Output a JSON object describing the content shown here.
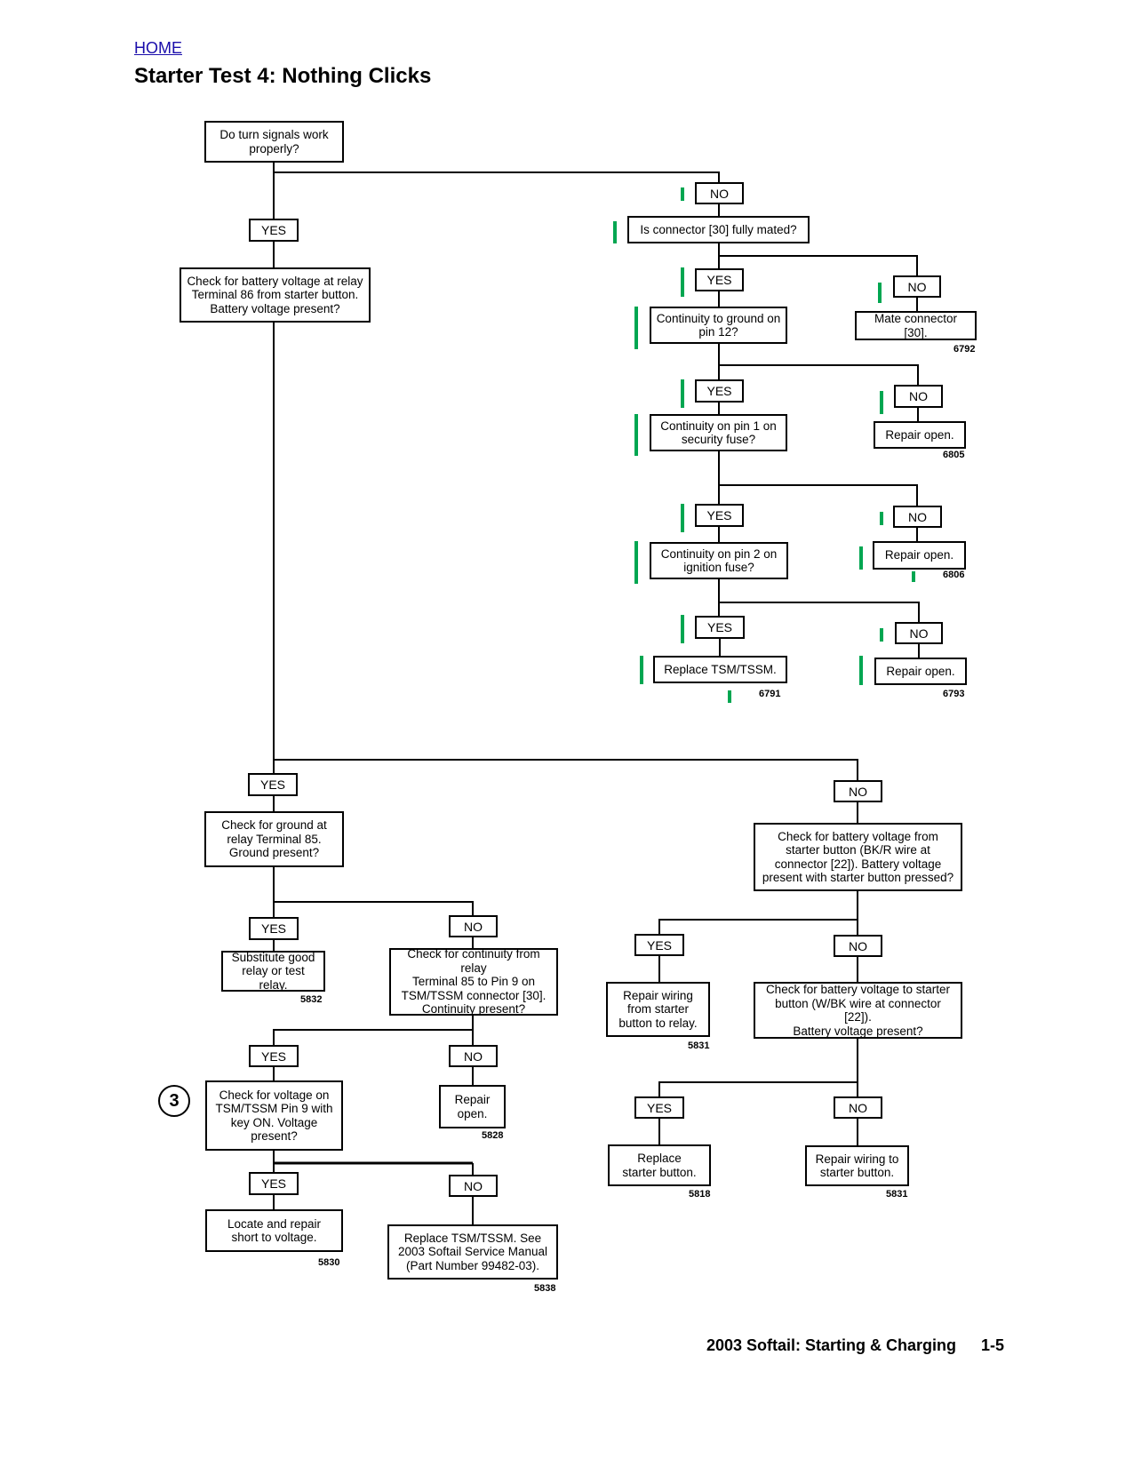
{
  "header": {
    "home_link": "HOME",
    "title": "Starter Test 4: Nothing Clicks"
  },
  "footer": {
    "manual_section": "2003 Softail: Starting & Charging",
    "page_number": "1-5"
  },
  "step_marker": "3",
  "colors": {
    "revision_bar": "#00a651",
    "line": "#000000"
  },
  "answers": {
    "yes": "YES",
    "no": "NO"
  },
  "nodes": {
    "q_turn_signals": "Do turn signals work\nproperly?",
    "q_connector_30": "Is connector [30] fully mated?",
    "q_batt_relay_86": "Check for battery voltage at relay\nTerminal 86 from starter button.\nBattery voltage present?",
    "q_pin12": "Continuity to ground on\npin 12?",
    "a_mate_connector": "Mate connector [30].",
    "q_pin1": "Continuity on pin 1 on\nsecurity fuse?",
    "a_repair_open_6805": "Repair open.",
    "q_pin2": "Continuity on pin 2 on\nignition fuse?",
    "a_repair_open_6806": "Repair open.",
    "a_replace_tsm_6791": "Replace TSM/TSSM.",
    "a_repair_open_6793": "Repair open.",
    "q_ground_85": "Check for ground at\nrelay Terminal 85.\nGround present?",
    "q_batt_starter_btn": "Check for battery voltage from\nstarter button (BK/R wire at\nconnector [22]). Battery voltage\npresent with starter button pressed?",
    "a_substitute_relay": "Substitute good\nrelay or test relay.",
    "q_continuity_85_pin9": "Check for continuity from relay\nTerminal 85 to Pin 9 on\nTSM/TSSM connector [30].\nContinuity present?",
    "a_repair_wiring_relay": "Repair wiring\nfrom starter\nbutton to relay.",
    "q_batt_to_starter": "Check for battery voltage to starter\nbutton (W/BK wire at connector [22]).\nBattery voltage present?",
    "q_voltage_pin9": "Check for voltage on\nTSM/TSSM Pin 9 with\nkey ON. Voltage\npresent?",
    "a_repair_open_5828": "Repair\nopen.",
    "a_replace_starter_button": "Replace\nstarter button.",
    "a_repair_wiring_starter": "Repair wiring to\nstarter button.",
    "a_locate_short": "Locate and repair\nshort to voltage.",
    "a_replace_tsm_manual": "Replace TSM/TSSM. See\n2003 Softail Service Manual\n(Part Number 99482-03)."
  },
  "refs": {
    "r6792": "6792",
    "r6805": "6805",
    "r6806": "6806",
    "r6791": "6791",
    "r6793": "6793",
    "r5832": "5832",
    "r5831a": "5831",
    "r5828": "5828",
    "r5818": "5818",
    "r5831b": "5831",
    "r5830": "5830",
    "r5838": "5838"
  }
}
